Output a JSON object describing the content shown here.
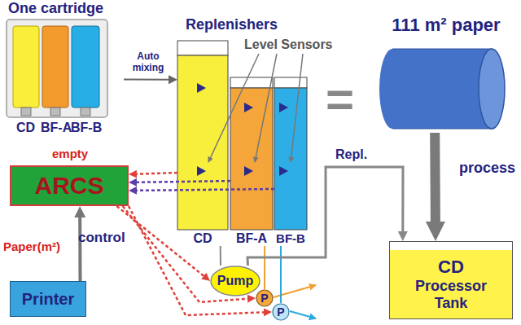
{
  "diagram": {
    "nodes": [
      {
        "text": [
          "One cartridge"
        ]
      },
      {
        "text": [
          "CD"
        ]
      },
      {
        "text": [
          "BF-A"
        ]
      },
      {
        "text": [
          "BF-B"
        ]
      },
      {
        "text": [
          "111 m² paper"
        ]
      },
      {
        "text": [
          "CD",
          "Processor Tank"
        ]
      },
      {
        "text": [
          "ARCS"
        ]
      },
      {
        "text": [
          "Printer"
        ]
      },
      {
        "text": [
          "Pump"
        ]
      },
      {
        "text": [
          "P"
        ]
      },
      {
        "text": [
          "P"
        ]
      }
    ],
    "edges": [
      {
        "from": 0,
        "to": 1,
        "arrow": "to",
        "label": "Auto mixing"
      },
      {
        "from": 4,
        "to": 5,
        "arrow": "to",
        "label": "process"
      },
      {
        "from": 7,
        "to": 6,
        "arrow": "to",
        "label": "Paper(m²)"
      },
      {
        "from": 1,
        "to": 6,
        "arrow": "to",
        "label": "empty"
      },
      {
        "from": 2,
        "to": 6,
        "arrow": "to"
      },
      {
        "from": 3,
        "to": 6,
        "arrow": "to"
      },
      {
        "from": 6,
        "to": 8,
        "arrow": "to",
        "label": "control"
      },
      {
        "from": 6,
        "to": 9,
        "arrow": "to"
      },
      {
        "from": 6,
        "to": 10,
        "arrow": "to"
      },
      {
        "from": 1,
        "to": 8,
        "arrow": "none"
      },
      {
        "from": 2,
        "to": 9,
        "arrow": "none"
      },
      {
        "from": 3,
        "to": 10,
        "arrow": "none"
      },
      {
        "from": 8,
        "to": 5,
        "arrow": "to",
        "label": "Repl."
      }
    ],
    "labels": [
      "CD",
      "BF-A",
      "BF-B",
      "Replenishers",
      "Level Sensors",
      "="
    ]
  }
}
